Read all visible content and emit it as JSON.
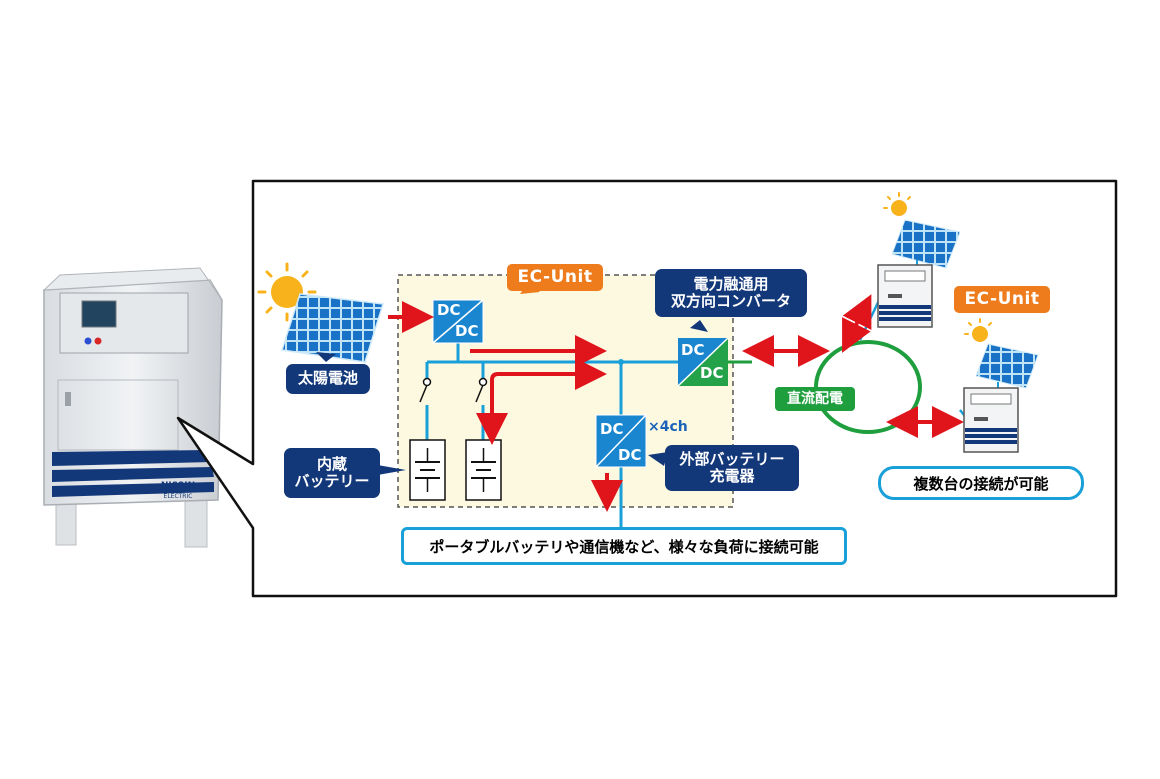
{
  "labels": {
    "ec_unit_main": "EC-Unit",
    "ec_unit_remote": "EC-Unit",
    "bidirectional_converter": [
      "電力融通用",
      "双方向コンバータ"
    ],
    "solar_cell": "太陽電池",
    "internal_battery": [
      "内蔵",
      "バッテリー"
    ],
    "external_battery_charger": [
      "外部バッテリー",
      "充電器"
    ],
    "dc_distribution": "直流配電",
    "multi_connect": "複数台の接続が可能",
    "loads": "ポータブルバッテリや通信機など、様々な負荷に接続可能",
    "dc_top": "DC",
    "dc_bottom": "DC",
    "channels": "×4ch"
  },
  "product_logo": [
    "NISSIN",
    "ELECTRIC"
  ],
  "colors": {
    "navy": "#13387a",
    "orange": "#ee7b1c",
    "green": "#1f9e3d",
    "red": "#e0151c",
    "blue_line": "#1aa0d8",
    "converter_blue": "#1a86d0",
    "converter_green": "#23a24a",
    "unit_bg": "#fdf9e0"
  }
}
